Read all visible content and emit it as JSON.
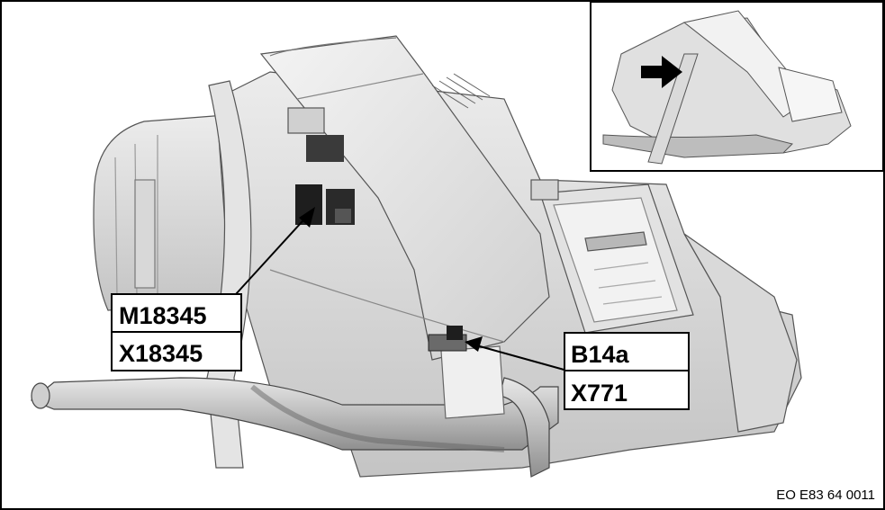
{
  "callouts": {
    "left_top": "M18345",
    "left_bottom": "X18345",
    "right_top": "B14a",
    "right_bottom": "X771"
  },
  "reference": "EO E83 64 0011",
  "icons": {
    "inset_arrow": "right-arrow-icon"
  },
  "colors": {
    "ink": "#000000",
    "background": "#ffffff",
    "housing_light": "#e6e6e6",
    "housing_mid": "#c8c8c8",
    "housing_dark": "#8c8c8c",
    "component": "#1e1e1e"
  }
}
